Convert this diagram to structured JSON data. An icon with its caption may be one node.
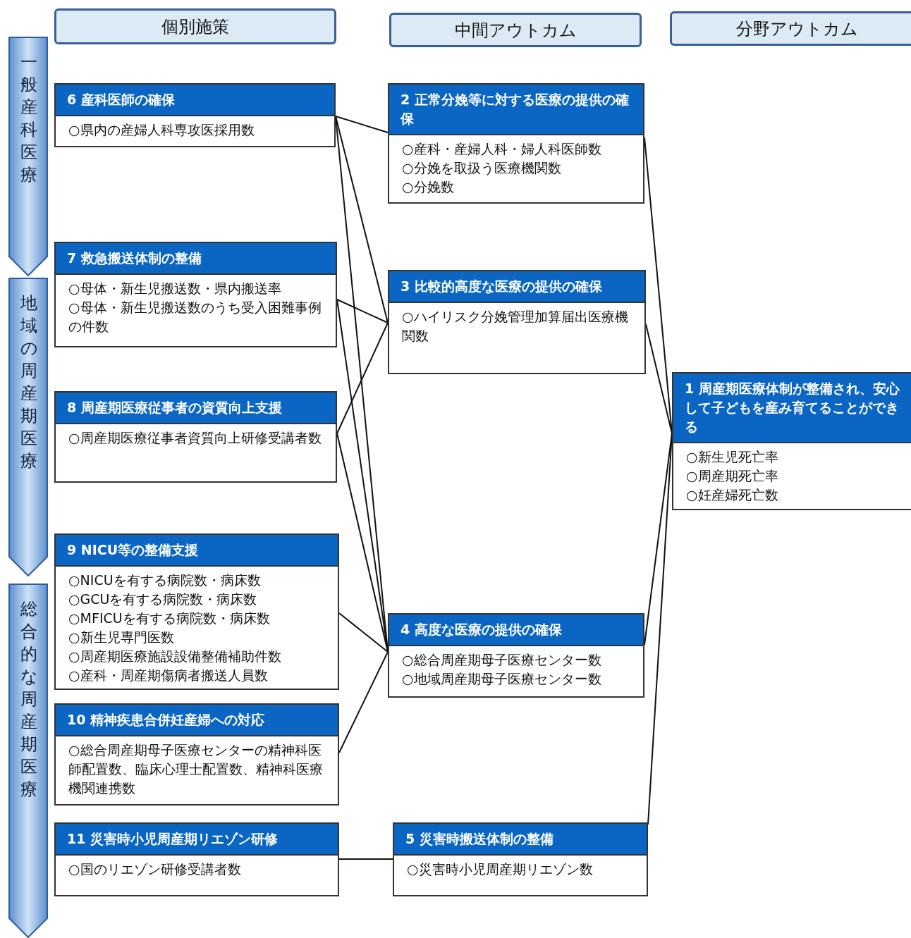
{
  "diagram": {
    "nodes": [
      {
        "text": [
          "一般産科医療"
        ]
      },
      {
        "text": [
          "地域の周産期医療"
        ]
      },
      {
        "text": [
          "総合的な周産期医療"
        ]
      },
      {
        "text": [
          "個別施策"
        ]
      },
      {
        "text": [
          "中間アウトカム"
        ]
      },
      {
        "text": [
          "分野アウトカム"
        ]
      },
      {
        "text": [
          "6 産科医師の確保",
          "○県内の産婦人科専攻医採用数"
        ]
      },
      {
        "text": [
          "2 正常分娩等に対する医療の提供の確保",
          "○産科・産婦人科・婦人科医師数",
          "○分娩を取扱う医療機関数",
          "○分娩数"
        ]
      },
      {
        "text": [
          "7 救急搬送体制の整備",
          "○母体・新生児搬送数・県内搬送率",
          "○母体・新生児搬送数のうち受入困難事例の件数"
        ]
      },
      {
        "text": [
          "3 比較的高度な医療の提供の確保",
          "○ハイリスク分娩管理加算届出医療機関数"
        ]
      },
      {
        "text": [
          "1 周産期医療体制が整備され、安心して子どもを産み育てることができる",
          "○新生児死亡率",
          "○周産期死亡率",
          "○妊産婦死亡数"
        ]
      },
      {
        "text": [
          "8 周産期医療従事者の資質向上支援",
          "○周産期医療従事者資質向上研修受講者数"
        ]
      },
      {
        "text": [
          "9 NICU等の整備支援",
          "○NICUを有する病院数・病床数",
          "○GCUを有する病院数・病床数",
          "○MFICUを有する病院数・病床数",
          "○新生児専門医数",
          "○周産期医療施設設備整備補助件数",
          "○産科・周産期傷病者搬送人員数"
        ]
      },
      {
        "text": [
          "4 高度な医療の提供の確保",
          "○総合周産期母子医療センター数",
          "○地域周産期母子医療センター数"
        ]
      },
      {
        "text": [
          "10 精神疾患合併妊産婦への対応",
          "○総合周産期母子医療センターの精神科医師配置数、臨床心理士配置数、精神科医療機関連携数"
        ]
      },
      {
        "text": [
          "11 災害時小児周産期リエゾン研修",
          "○国のリエゾン研修受講者数"
        ]
      },
      {
        "text": [
          "5 災害時搬送体制の整備",
          "○災害時小児周産期リエゾン数"
        ]
      }
    ],
    "edges": [
      {
        "from": 6,
        "to": 7,
        "arrow": "none"
      },
      {
        "from": 6,
        "to": 9,
        "arrow": "none"
      },
      {
        "from": 6,
        "to": 13,
        "arrow": "none"
      },
      {
        "from": 8,
        "to": 9,
        "arrow": "none"
      },
      {
        "from": 8,
        "to": 13,
        "arrow": "none"
      },
      {
        "from": 11,
        "to": 9,
        "arrow": "none"
      },
      {
        "from": 11,
        "to": 13,
        "arrow": "none"
      },
      {
        "from": 12,
        "to": 13,
        "arrow": "none"
      },
      {
        "from": 14,
        "to": 13,
        "arrow": "none"
      },
      {
        "from": 15,
        "to": 16,
        "arrow": "none"
      },
      {
        "from": 7,
        "to": 10,
        "arrow": "none"
      },
      {
        "from": 9,
        "to": 10,
        "arrow": "none"
      },
      {
        "from": 13,
        "to": 10,
        "arrow": "none"
      },
      {
        "from": 16,
        "to": 10,
        "arrow": "none"
      }
    ]
  }
}
